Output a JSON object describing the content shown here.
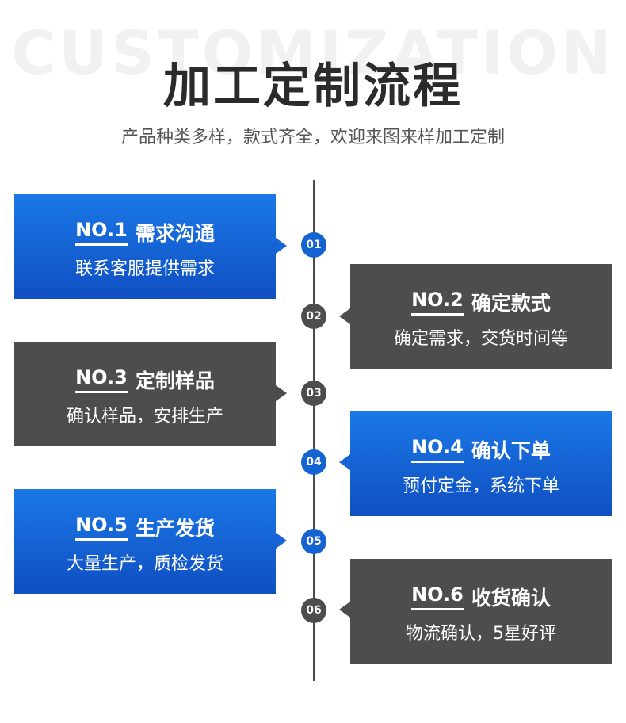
{
  "header": {
    "watermark": "CUSTOMIZATION",
    "title": "加工定制流程",
    "subtitle": "产品种类多样，款式齐全，欢迎来图来样加工定制"
  },
  "steps": [
    {
      "marker": "01",
      "no": "NO.1",
      "name": "需求沟通",
      "desc": "联系客服提供需求",
      "side": "left",
      "color": "blue"
    },
    {
      "marker": "02",
      "no": "NO.2",
      "name": "确定款式",
      "desc": "确定需求，交货时间等",
      "side": "right",
      "color": "dark"
    },
    {
      "marker": "03",
      "no": "NO.3",
      "name": "定制样品",
      "desc": "确认样品，安排生产",
      "side": "left",
      "color": "dark"
    },
    {
      "marker": "04",
      "no": "NO.4",
      "name": "确认下单",
      "desc": "预付定金，系统下单",
      "side": "right",
      "color": "blue"
    },
    {
      "marker": "05",
      "no": "NO.5",
      "name": "生产发货",
      "desc": "大量生产，质检发货",
      "side": "left",
      "color": "blue"
    },
    {
      "marker": "06",
      "no": "NO.6",
      "name": "收货确认",
      "desc": "物流确认，5星好评",
      "side": "right",
      "color": "dark"
    }
  ],
  "colors": {
    "blue": "#1565d6",
    "dark": "#4d4d4d",
    "title": "#2b2b2b"
  }
}
